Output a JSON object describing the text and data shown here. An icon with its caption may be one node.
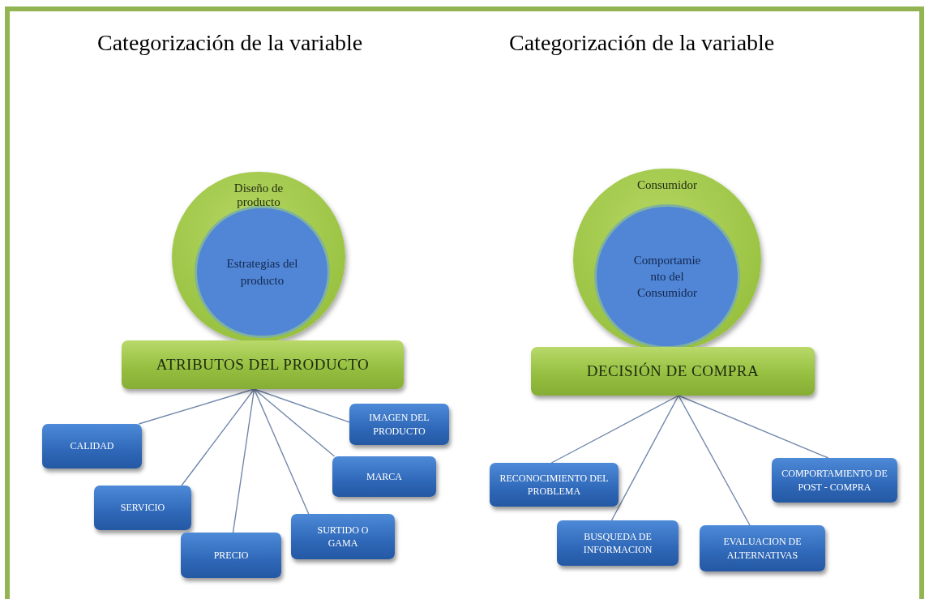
{
  "diagram": {
    "nodes": [
      {
        "text": [
          "Diseño de producto"
        ]
      },
      {
        "text": [
          "Estrategias del producto"
        ],
        "in": 0
      },
      {
        "text": [
          "ATRIBUTOS DEL PRODUCTO"
        ]
      },
      {
        "text": [
          "CALIDAD"
        ]
      },
      {
        "text": [
          "SERVICIO"
        ]
      },
      {
        "text": [
          "PRECIO"
        ]
      },
      {
        "text": [
          "SURTIDO O GAMA"
        ]
      },
      {
        "text": [
          "MARCA"
        ]
      },
      {
        "text": [
          "IMAGEN DEL PRODUCTO"
        ]
      },
      {
        "text": [
          "Consumidor"
        ]
      },
      {
        "text": [
          "Comportamie nto del Consumidor"
        ],
        "in": 9
      },
      {
        "text": [
          "DECISIÓN DE COMPRA"
        ]
      },
      {
        "text": [
          "RECONOCIMIENTO DEL PROBLEMA"
        ]
      },
      {
        "text": [
          "BUSQUEDA DE INFORMACION"
        ]
      },
      {
        "text": [
          "EVALUACION DE ALTERNATIVAS"
        ]
      },
      {
        "text": [
          "COMPORTAMIENTO DE POST - COMPRA"
        ]
      }
    ],
    "edges": [
      {
        "from": 2,
        "to": 3,
        "arrow": "none"
      },
      {
        "from": 2,
        "to": 4,
        "arrow": "none"
      },
      {
        "from": 2,
        "to": 5,
        "arrow": "none"
      },
      {
        "from": 2,
        "to": 6,
        "arrow": "none"
      },
      {
        "from": 2,
        "to": 7,
        "arrow": "none"
      },
      {
        "from": 2,
        "to": 8,
        "arrow": "none"
      },
      {
        "from": 11,
        "to": 12,
        "arrow": "none"
      },
      {
        "from": 11,
        "to": 13,
        "arrow": "none"
      },
      {
        "from": 11,
        "to": 14,
        "arrow": "none"
      },
      {
        "from": 11,
        "to": 15,
        "arrow": "none"
      }
    ],
    "labels": [
      "Categorización de la variable",
      "Categorización de la variable"
    ]
  }
}
